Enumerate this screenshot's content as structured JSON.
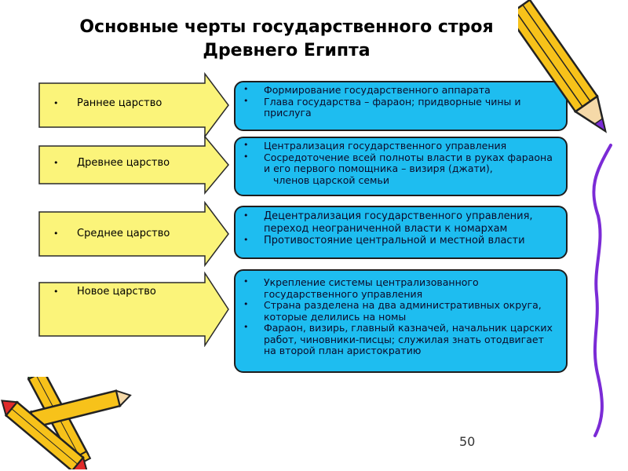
{
  "title": {
    "line1": "Основные черты государственного строя",
    "line2": "Древнего Египта"
  },
  "rows": [
    {
      "label": "Раннее царство",
      "items": [
        "Формирование государственного аппарата",
        "Глава государства – фараон; придворные чины и прислуга"
      ]
    },
    {
      "label": "Древнее царство",
      "items": [
        "Централизация государственного управления",
        "Сосредоточение всей полноты власти в руках фараона и его первого помощника – визиря (джати),"
      ],
      "continuation": "членов царской семьи"
    },
    {
      "label": "Среднее царство",
      "items": [
        "Децентрализация государственного управления, переход неограниченной власти к номархам",
        "Противостояние центральной и местной власти"
      ]
    },
    {
      "label": "Новое царство",
      "items": [
        "Укрепление системы централизованного государственного управления",
        "Страна разделена на два административных округа, которые делились на номы",
        "Фараон, визирь, главный казначей, начальник царских работ, чиновники-писцы; служилая знать отодвигает на второй план аристократию"
      ]
    }
  ],
  "bullet": "•",
  "page_number": "50",
  "colors": {
    "arrow_fill": "#fbf47a",
    "arrow_stroke": "#2a2a2a",
    "box_fill": "#1ebdf0",
    "box_stroke": "#1d1d1d",
    "pencil_body": "#f7c21a",
    "pencil_purple": "#7b2bd6"
  },
  "icons": [
    "pencil-icon",
    "crayon-icon",
    "squiggle-line-icon"
  ]
}
